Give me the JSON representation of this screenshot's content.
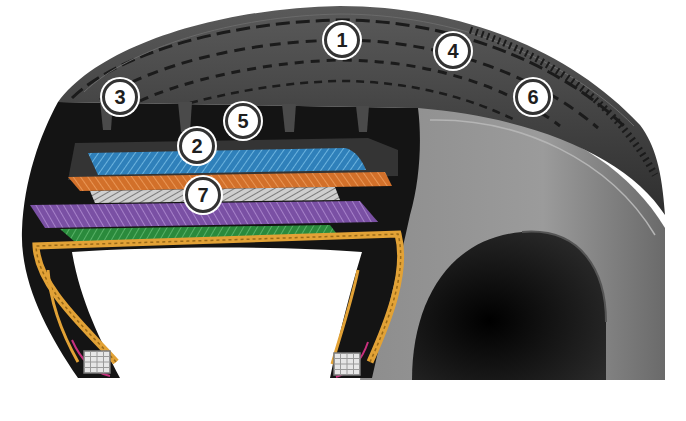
{
  "diagram": {
    "nodes": [
      {
        "text": [
          "1"
        ]
      },
      {
        "text": [
          "4"
        ]
      },
      {
        "text": [
          "3"
        ]
      },
      {
        "text": [
          "6"
        ]
      },
      {
        "text": [
          "5"
        ]
      },
      {
        "text": [
          "2"
        ]
      },
      {
        "text": [
          "7"
        ]
      }
    ]
  }
}
